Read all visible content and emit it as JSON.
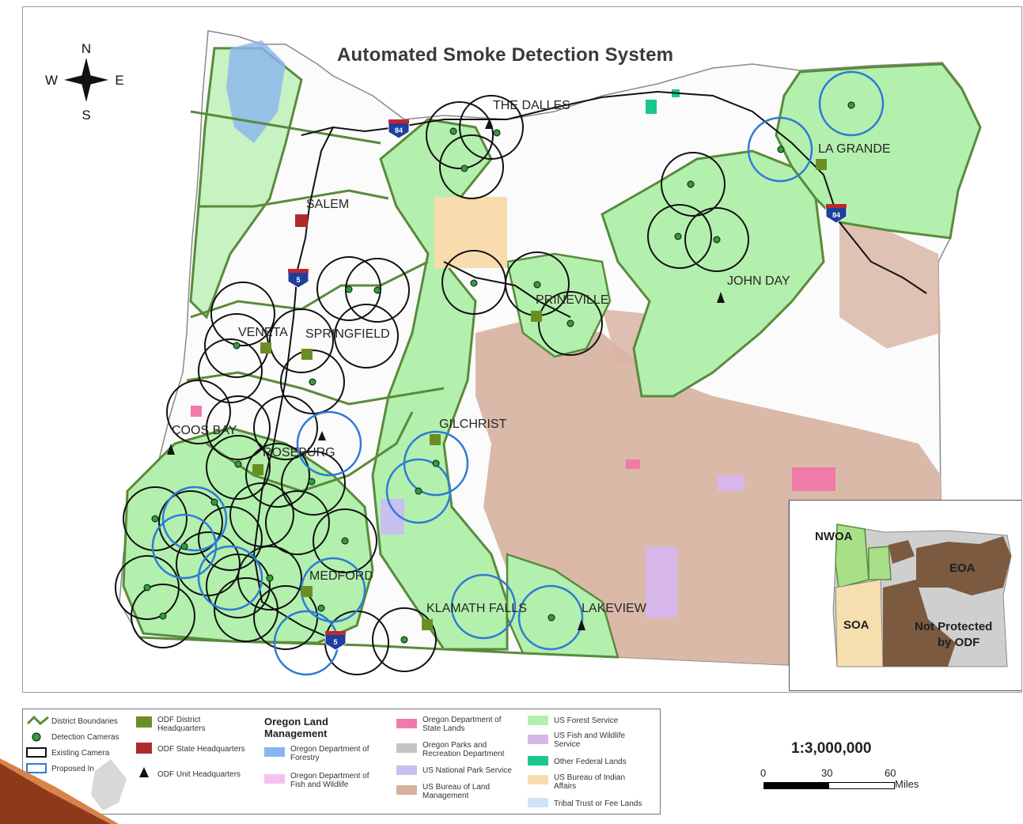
{
  "map": {
    "title": "Automated Smoke Detection System",
    "compass": {
      "n": "N",
      "s": "S",
      "e": "E",
      "w": "W"
    },
    "cities": {
      "the_dalles": "THE DALLES",
      "la_grande": "LA GRANDE",
      "salem": "SALEM",
      "john_day": "JOHN DAY",
      "prineville": "PRINEVILLE",
      "veneta": "VENETA",
      "springfield": "SPRINGFIELD",
      "coos_bay": "COOS BAY",
      "roseburg": "ROSEBURG",
      "gilchrist": "GILCHRIST",
      "medford": "MEDFORD",
      "klamath_falls": "KLAMATH FALLS",
      "lakeview": "LAKEVIEW"
    },
    "highways": {
      "i84": "84",
      "i5": "5"
    },
    "colors": {
      "forest_service": "#b3f0ad",
      "blm": "#d9b4a3",
      "district_boundary": "#5a8a3c",
      "existing_camera": "#111111",
      "proposed_camera": "#2f7bd6",
      "state_lands": "#f07aa8",
      "odf_forestry": "#8ab4f0",
      "indian_affairs": "#f8dcae"
    }
  },
  "inset": {
    "nwoa": "NWOA",
    "eoa": "EOA",
    "soa": "SOA",
    "not_protected_1": "Not Protected",
    "not_protected_2": "by ODF"
  },
  "legend": {
    "district_boundaries": "District Boundaries",
    "detection_cameras": "Detection Cameras",
    "existing_camera": "Existing Camera",
    "proposed_in": "Proposed In",
    "odf_district_hq_1": "ODF District",
    "odf_district_hq_2": "Headquarters",
    "odf_state_hq": "ODF State Headquarters",
    "odf_unit_hq": "ODF Unit Headquarters",
    "oregon_land_1": "Oregon Land",
    "oregon_land_2": "Management",
    "odf_1": "Oregon Department of",
    "odf_2": "Forestry",
    "odfw_1": "Oregon Department of",
    "odfw_2": "Fish and Wildlife",
    "dsl_1": "Oregon Department of",
    "dsl_2": "State Lands",
    "oprd_1": "Oregon Parks and",
    "oprd_2": "Recreation Department",
    "nps": "US National Park Service",
    "blm_1": "US Bureau of Land",
    "blm_2": "Management",
    "usfs": "US Forest Service",
    "usfws_1": "US Fish and Wildlife",
    "usfws_2": "Service",
    "other_fed": "Other Federal Lands",
    "bia_1": "US Bureau of Indian",
    "bia_2": "Affairs",
    "tribal": "Tribal Trust or Fee Lands"
  },
  "scale": {
    "ratio": "1:3,000,000",
    "tick_0": "0",
    "tick_30": "30",
    "tick_60": "60",
    "unit": "Miles"
  }
}
